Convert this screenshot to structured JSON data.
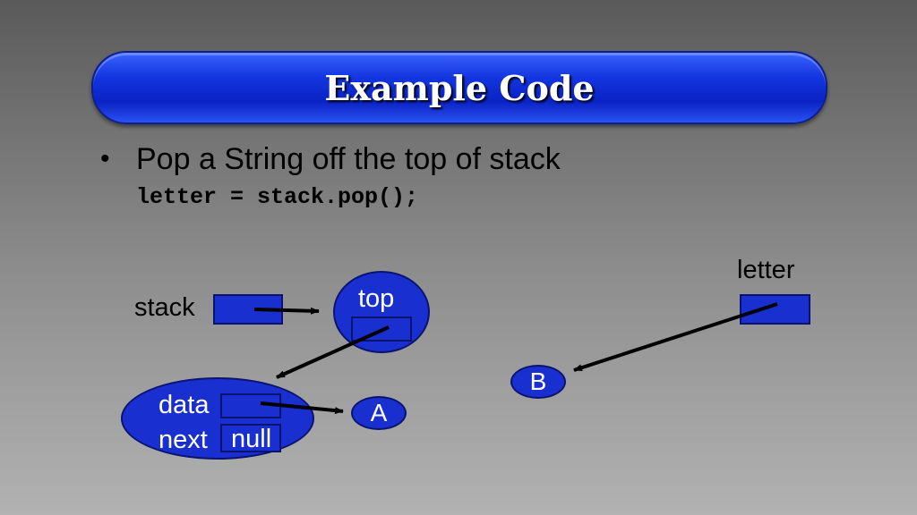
{
  "slide": {
    "title": "Example Code",
    "bullet": "Pop a String off the top of stack",
    "code": "letter = stack.pop();"
  },
  "diagram": {
    "stack_label": "stack",
    "top_label": "top",
    "letter_label": "letter",
    "data_label": "data",
    "next_label": "next",
    "next_value": "null",
    "node_a": "A",
    "node_b": "B"
  },
  "colors": {
    "node_fill": "#1a2fd0",
    "banner": "#0a22c4",
    "arrow": "#000000"
  }
}
